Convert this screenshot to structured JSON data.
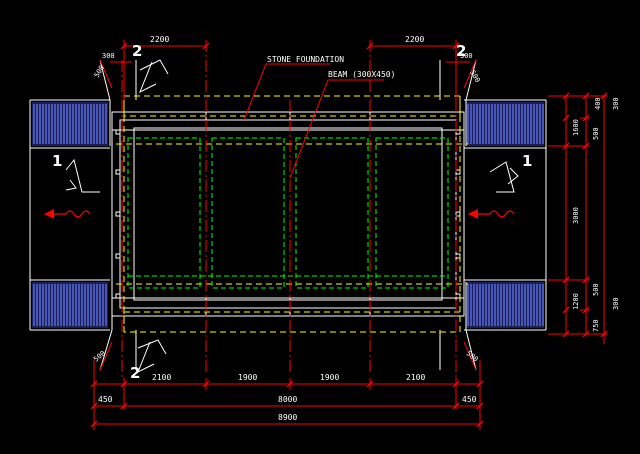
{
  "labels": {
    "stone_foundation": "STONE FOUNDATION",
    "beam": "BEAM (300X450)"
  },
  "section_marks": {
    "top_left": "2",
    "top_right": "2",
    "bottom_left": "2",
    "mid_left": "1",
    "mid_right": "1"
  },
  "dims": {
    "top_left_2200": "2200",
    "top_right_2200": "2200",
    "top_left_300": "300",
    "top_right_300": "300",
    "top_left_500": "500",
    "top_right_500": "500",
    "bottom_left_500": "500",
    "bottom_right_500": "500",
    "bottom_2100_left": "2100",
    "bottom_1900_left": "1900",
    "bottom_1900_right": "1900",
    "bottom_2100_right": "2100",
    "bottom_450_left": "450",
    "bottom_450_right": "450",
    "bottom_8000_inner": "8000",
    "bottom_8900_outer": "8900",
    "right_1600": "1600",
    "right_3000": "3000",
    "right_1200": "1200",
    "right_400": "400",
    "right_300_top": "300",
    "right_500_top": "500",
    "right_500_bottom": "500",
    "right_750": "750",
    "right_300_bottom": "300"
  },
  "colors": {
    "background": "#000000",
    "structure": "#ffffff",
    "footing": "#ffff00",
    "column": "#00ff00",
    "axis": "#ff0000",
    "dimension": "#ff0000",
    "hatch": "#6a7cf0"
  }
}
